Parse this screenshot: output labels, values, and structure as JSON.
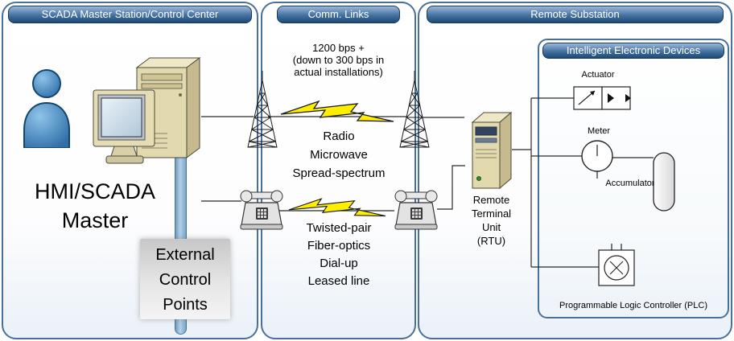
{
  "panels": {
    "master": {
      "title": "SCADA Master Station/Control Center"
    },
    "comm": {
      "title": "Comm. Links"
    },
    "remote": {
      "title": "Remote Substation"
    }
  },
  "master": {
    "hmi_label": "HMI/SCADA\nMaster",
    "external_label": "External\nControl\nPoints"
  },
  "comm": {
    "bps_note": "1200 bps +\n(down to 300 bps in\nactual installations)",
    "radio_label": "Radio\nMicrowave\nSpread-spectrum",
    "wired_label": "Twisted-pair\nFiber-optics\nDial-up\nLeased line"
  },
  "remote": {
    "rtu_label": "Remote\nTerminal\nUnit\n(RTU)",
    "ied": {
      "title": "Intelligent Electronic Devices",
      "actuator": "Actuator",
      "meter": "Meter",
      "accumulator": "Accumulator",
      "plc": "Programmable Logic Controller (PLC)"
    }
  },
  "colors": {
    "header_blue_top": "#9ab8dc",
    "header_blue_bottom": "#1c4a77",
    "panel_border": "#49709b",
    "lightning_yellow": "#ffee00",
    "person_blue": "#2f6ea8",
    "pole_blue": "#7ba6c8"
  }
}
